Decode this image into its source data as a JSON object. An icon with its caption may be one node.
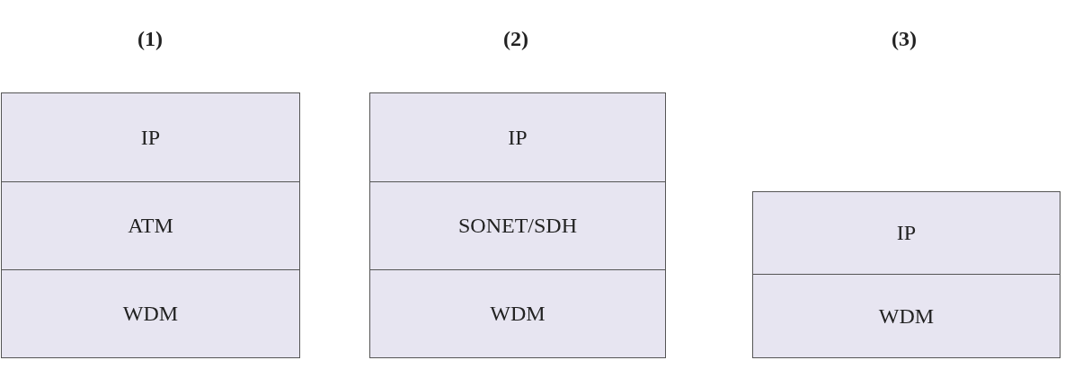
{
  "diagram": {
    "nodes": [
      {
        "text": [
          "IP"
        ]
      },
      {
        "text": [
          "ATM"
        ]
      },
      {
        "text": [
          "WDM"
        ]
      },
      {
        "text": [
          "IP"
        ]
      },
      {
        "text": [
          "SONET/SDH"
        ]
      },
      {
        "text": [
          "WDM"
        ]
      },
      {
        "text": [
          "IP"
        ]
      },
      {
        "text": [
          "WDM"
        ]
      }
    ],
    "edges": [],
    "labels": [
      "(1)",
      "(2)",
      "(3)"
    ]
  }
}
